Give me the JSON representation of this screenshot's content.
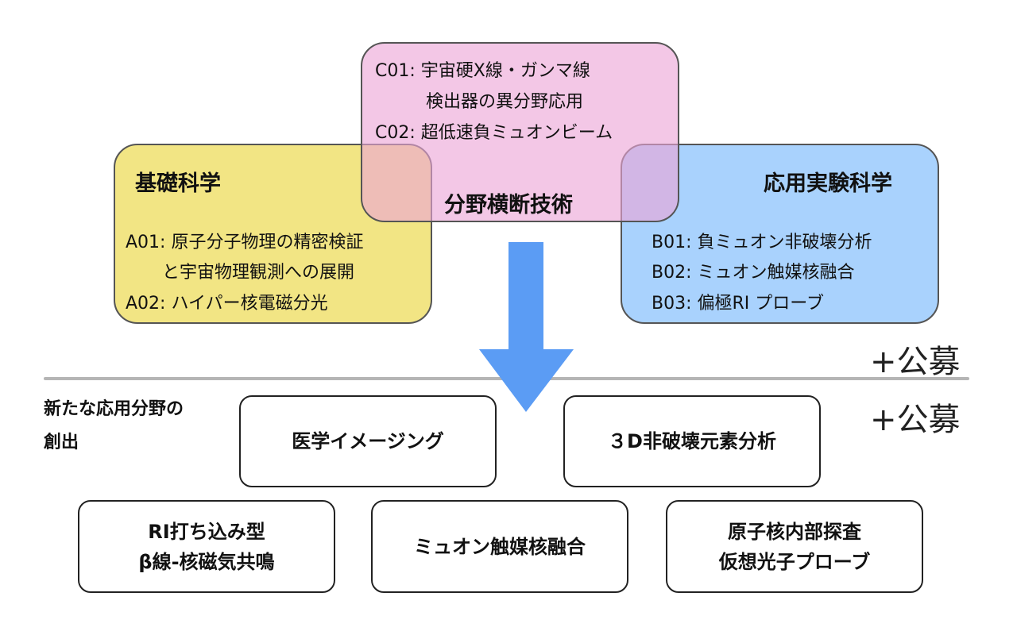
{
  "basic_science": {
    "title": "基礎科学",
    "items": [
      "A01: 原子分子物理の精密検証",
      "と宇宙物理観測への展開",
      "A02: ハイパー核電磁分光"
    ]
  },
  "cross_field": {
    "title": "分野横断技術",
    "items": [
      "C01: 宇宙硬X線・ガンマ線",
      "検出器の異分野応用",
      "C02: 超低速負ミュオンビーム"
    ]
  },
  "applied_science": {
    "title": "応用実験科学",
    "items": [
      "B01: 負ミュオン非破壊分析",
      "B02: ミュオン触媒核融合",
      "B03: 偏極RI プローブ"
    ]
  },
  "public_recruitment": [
    "+公募",
    "+公募"
  ],
  "new_fields": {
    "label_line1": "新たな応用分野の",
    "label_line2": "創出",
    "boxes": [
      [
        "医学イメージング"
      ],
      [
        "３D非破壊元素分析"
      ],
      [
        "RI打ち込み型",
        "β線-核磁気共鳴"
      ],
      [
        "ミュオン触媒核融合"
      ],
      [
        "原子核内部探査",
        "仮想光子プローブ"
      ]
    ]
  },
  "colors": {
    "basic": "#F0E06E",
    "cross": "#ECA5D7",
    "applied": "#96C8FC",
    "arrow": "#5B9CF4"
  }
}
